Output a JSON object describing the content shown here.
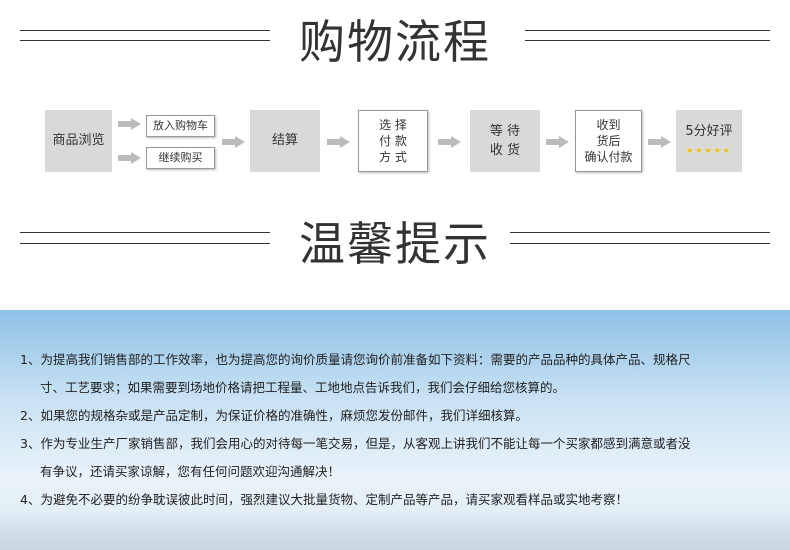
{
  "section1": {
    "title": "购物流程"
  },
  "flow": {
    "browse": "商品浏览",
    "add_cart": "放入购物车",
    "continue": "继续购买",
    "checkout": "结算",
    "payment": [
      "选 择",
      "付 款",
      "方 式"
    ],
    "wait": [
      "等 待",
      "收 货"
    ],
    "confirm": [
      "收到",
      "货后",
      "确认付款"
    ],
    "review": "5分好评",
    "stars": "★★★★★"
  },
  "section2": {
    "title": "温馨提示"
  },
  "tips": [
    "1、为提高我们销售部的工作效率，也为提高您的询价质量请您询价前准备如下资料：需要的产品品种的具体产品、规格尺",
    "寸、工艺要求；如果需要到场地价格请把工程量、工地地点告诉我们，我们会仔细给您核算的。",
    "2、如果您的规格杂或是产品定制，为保证价格的准确性，麻烦您发份邮件，我们详细核算。",
    "3、作为专业生产厂家销售部，我们会用心的对待每一笔交易，但是，从客观上讲我们不能让每一个买家都感到满意或者没",
    "有争议，还请买家谅解，您有任何问题欢迎沟通解决！",
    "4、为避免不必要的纷争耽误彼此时间，强烈建议大批量货物、定制产品等产品，请买家观看样品或实地考察！"
  ]
}
